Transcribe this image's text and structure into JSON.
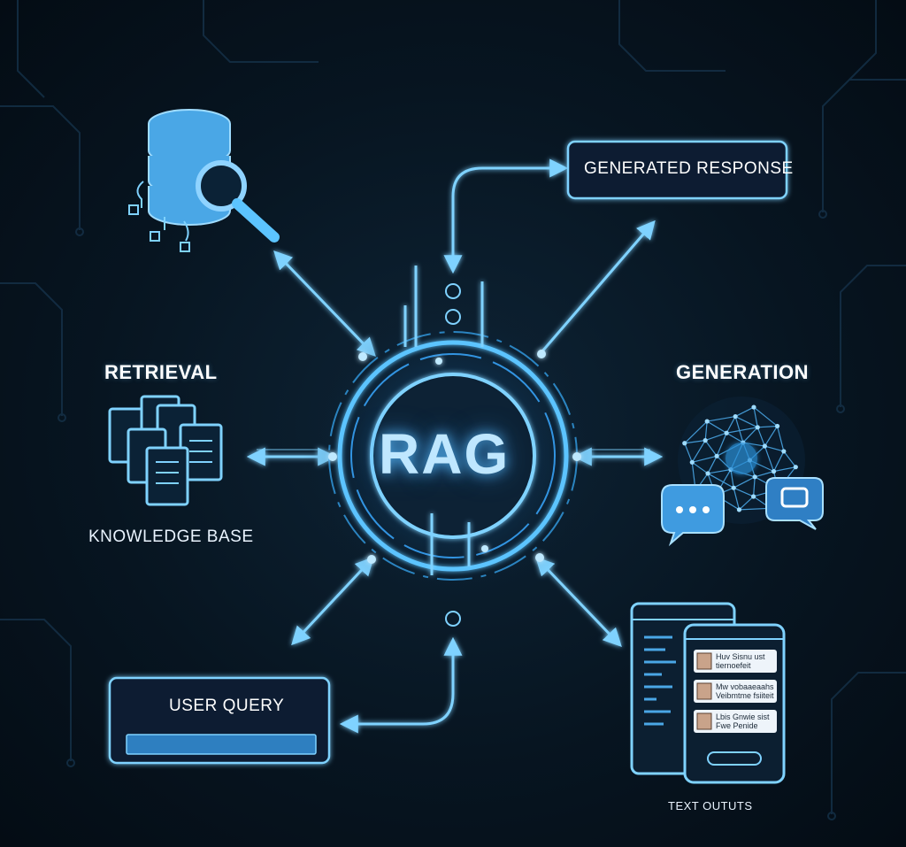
{
  "diagram": {
    "center_label": "RAG",
    "nodes": {
      "retrieval": {
        "title": "RETRIEVAL",
        "caption": "KNOWLEDGE BASE"
      },
      "generation": {
        "title": "GENERATION"
      },
      "generated_response": {
        "label": "GENERATED RESPONSE"
      },
      "user_query": {
        "label": "USER QUERY"
      },
      "text_outputs": {
        "caption": "TEXT OUTUTS"
      }
    },
    "chat_items": [
      {
        "line1": "Huv Sisnu ust",
        "line2": "tiernoefeit"
      },
      {
        "line1": "Mw vobaaeaahs",
        "line2": "Veibmtme fsiiteit"
      },
      {
        "line1": "Lbis Gnwie sist",
        "line2": "Fwe Penide"
      }
    ]
  },
  "colors": {
    "background": "#071521",
    "accent": "#5cc4ff",
    "glow": "#3aa8ff",
    "panel_fill": "#0c1f31"
  }
}
